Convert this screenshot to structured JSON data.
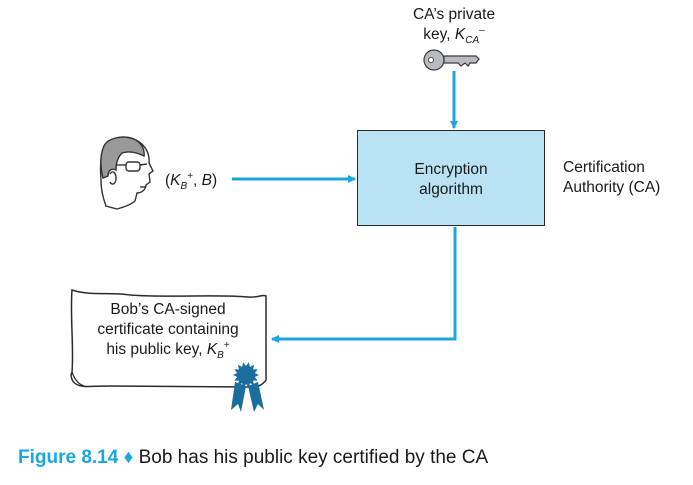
{
  "ca_key": {
    "line1": "CA’s private",
    "line2_prefix": "key, ",
    "symbol": "K",
    "sub": "CA",
    "sup": "–"
  },
  "encryption_box": {
    "line1": "Encryption",
    "line2": "algorithm",
    "fill_color": "#b9e3f5"
  },
  "ca": {
    "line1": "Certification",
    "line2": "Authority (CA)"
  },
  "bob_input": {
    "open": "(",
    "symbol": "K",
    "sub": "B",
    "sup": "+",
    "rest": ", ",
    "name": "B",
    "close": ")"
  },
  "certificate": {
    "line1": "Bob’s CA-signed",
    "line2": "certificate containing",
    "line3_prefix": "his public key, ",
    "symbol": "K",
    "sub": "B",
    "sup": "+"
  },
  "caption": {
    "figure": "Figure 8.14",
    "diamond": "♦",
    "text": "Bob has his public key certified by the CA"
  },
  "colors": {
    "arrow": "#1aa7dd",
    "ribbon": "#1b6d9e"
  },
  "icons": [
    "key-icon",
    "bob-head-icon",
    "certificate-icon",
    "ribbon-seal-icon"
  ]
}
